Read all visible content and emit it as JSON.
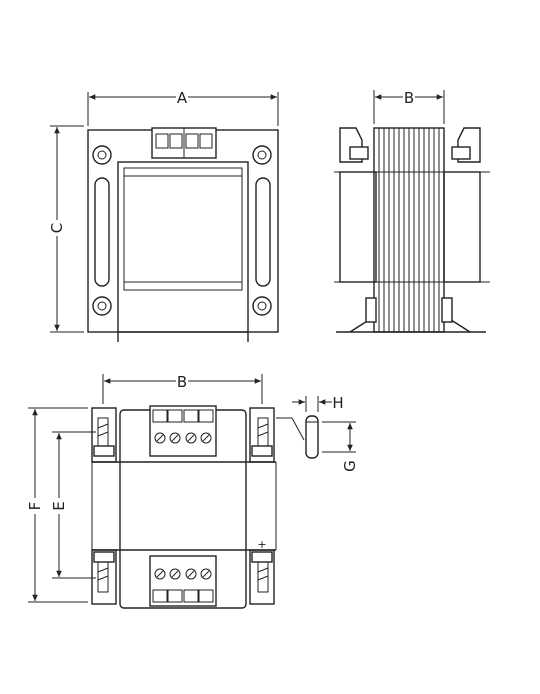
{
  "drawing": {
    "title": "",
    "dimension_labels": {
      "a": "A",
      "b_top": "B",
      "c": "C",
      "b_bottom": "B",
      "e": "E",
      "f": "F",
      "g": "G",
      "h": "H"
    },
    "terminal_mark": "+",
    "views": [
      "front-view",
      "side-view",
      "top-view",
      "terminal-detail"
    ],
    "line_color": "#222222"
  }
}
